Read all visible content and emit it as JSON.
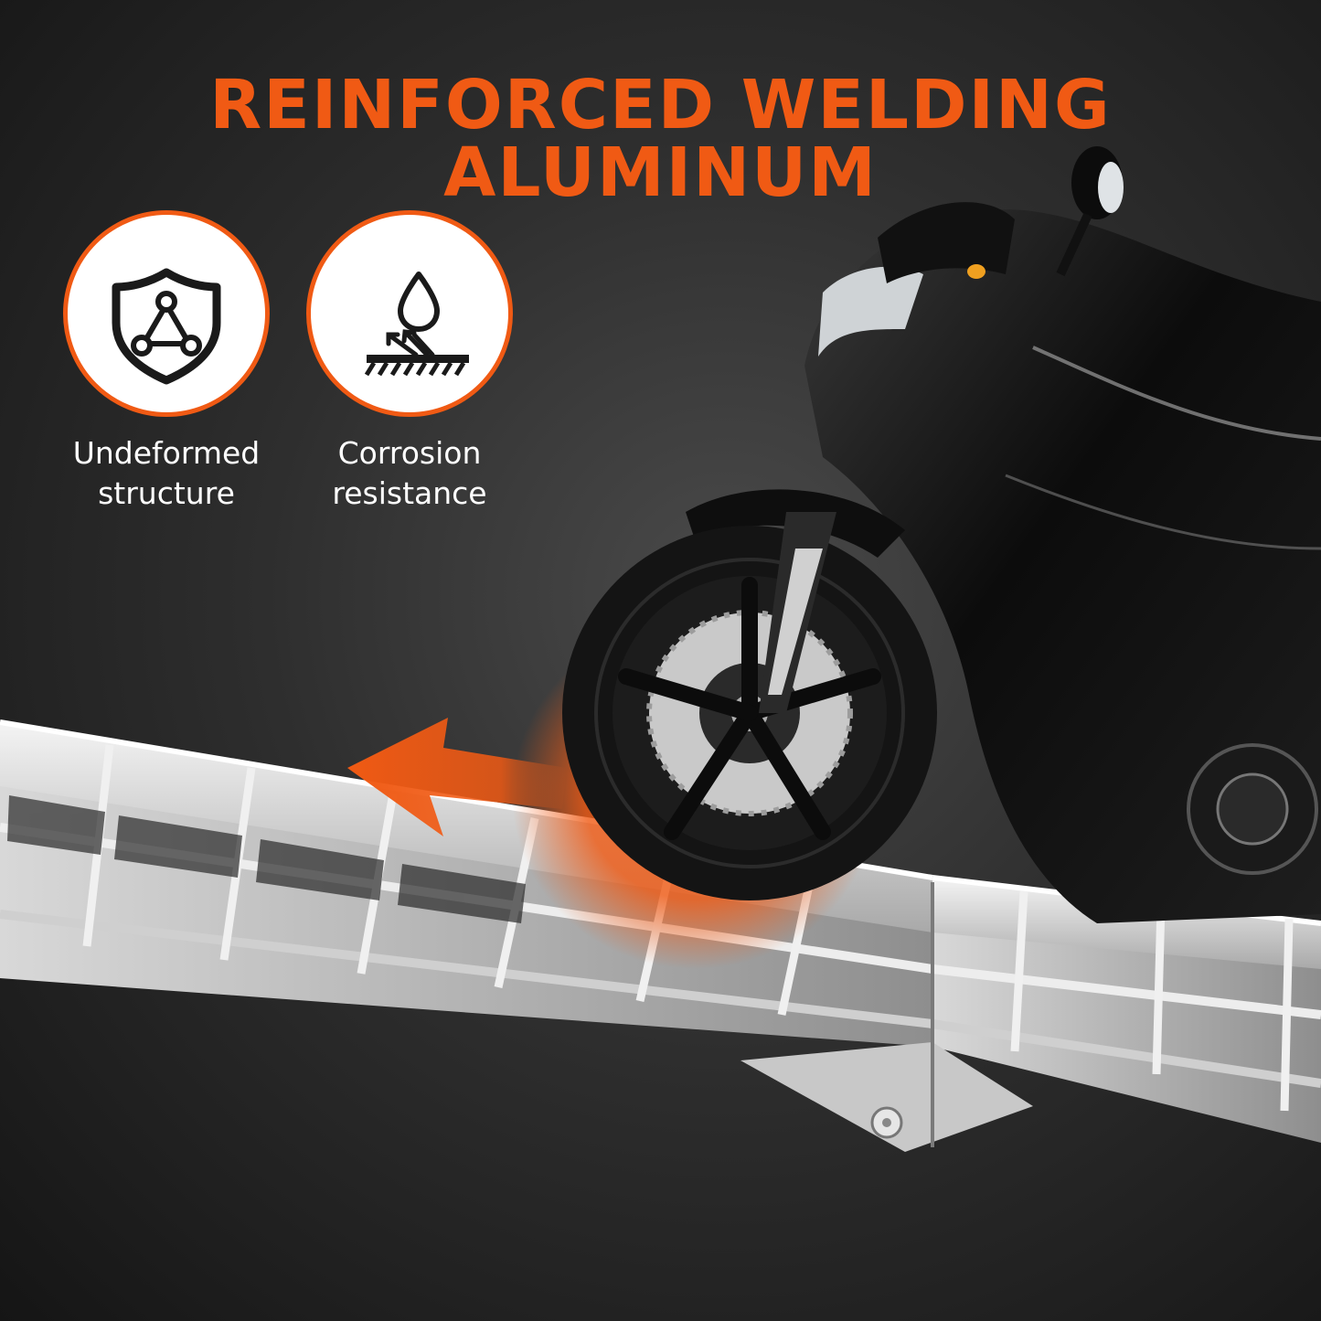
{
  "headline": "REINFORCED WELDING ALUMINUM",
  "colors": {
    "accent": "#f05a14",
    "text": "#ffffff",
    "icon": "#1a1a1a"
  },
  "features": [
    {
      "icon": "shield-triangle-icon",
      "line1": "Undeformed",
      "line2": "structure"
    },
    {
      "icon": "water-drop-repel-icon",
      "line1": "Corrosion",
      "line2": "resistance"
    }
  ]
}
